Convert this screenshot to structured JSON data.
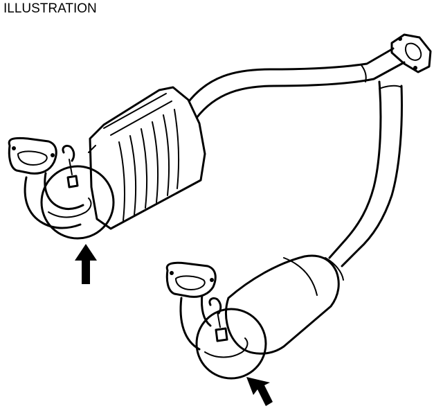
{
  "caption": "ILLUSTRATION",
  "colors": {
    "ink": "#000000",
    "paper": "#ffffff"
  },
  "callouts": [
    {
      "name": "left-converter-sensor-detail",
      "marker": "circle-with-arrow"
    },
    {
      "name": "right-converter-sensor-detail",
      "marker": "circle-with-arrow"
    }
  ]
}
